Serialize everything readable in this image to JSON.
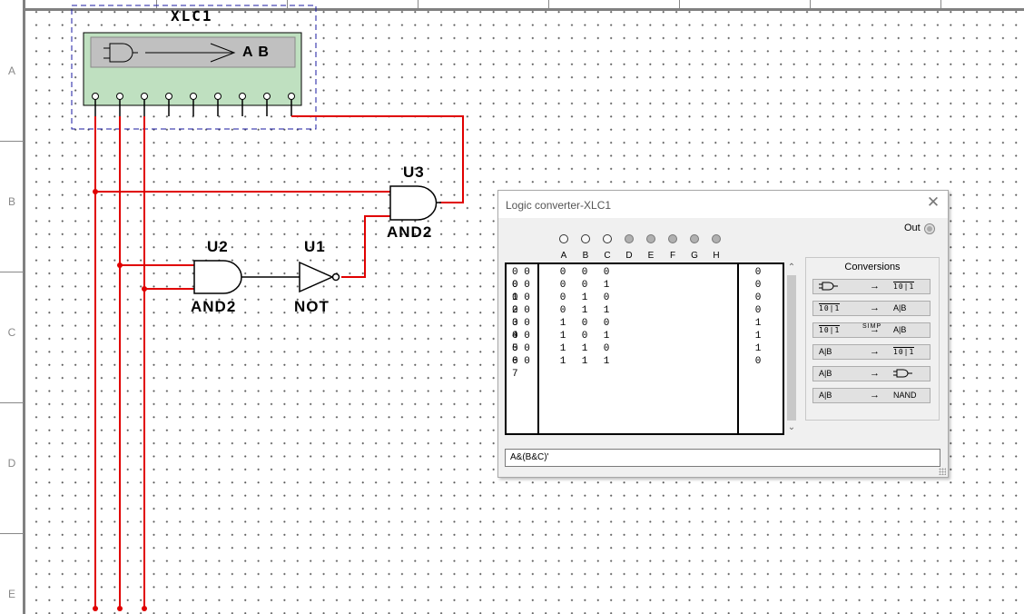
{
  "ruler": {
    "rows": [
      "A",
      "B",
      "C",
      "D",
      "E"
    ]
  },
  "schematic": {
    "xlc_label": "XLC1",
    "xlc_panel_text": "A B",
    "u3": {
      "name": "U3",
      "type": "AND2"
    },
    "u2": {
      "name": "U2",
      "type": "AND2"
    },
    "u1": {
      "name": "U1",
      "type": "NOT"
    },
    "wire_color": "#e00000",
    "gate_color": "#000000",
    "instrument_body_color": "#bfe0c0"
  },
  "dialog": {
    "title": "Logic converter-XLC1",
    "out_label": "Out",
    "inputs": [
      {
        "label": "A",
        "active": true
      },
      {
        "label": "B",
        "active": true
      },
      {
        "label": "C",
        "active": true
      },
      {
        "label": "D",
        "active": false
      },
      {
        "label": "E",
        "active": false
      },
      {
        "label": "F",
        "active": false
      },
      {
        "label": "G",
        "active": false
      },
      {
        "label": "H",
        "active": false
      }
    ],
    "truth_table": [
      {
        "idx": "000",
        "a": "0",
        "b": "0",
        "c": "0",
        "out": "0"
      },
      {
        "idx": "001",
        "a": "0",
        "b": "0",
        "c": "1",
        "out": "0"
      },
      {
        "idx": "002",
        "a": "0",
        "b": "1",
        "c": "0",
        "out": "0"
      },
      {
        "idx": "003",
        "a": "0",
        "b": "1",
        "c": "1",
        "out": "0"
      },
      {
        "idx": "004",
        "a": "1",
        "b": "0",
        "c": "0",
        "out": "1"
      },
      {
        "idx": "005",
        "a": "1",
        "b": "0",
        "c": "1",
        "out": "1"
      },
      {
        "idx": "006",
        "a": "1",
        "b": "1",
        "c": "0",
        "out": "1"
      },
      {
        "idx": "007",
        "a": "1",
        "b": "1",
        "c": "1",
        "out": "0"
      }
    ],
    "conversions": {
      "header": "Conversions",
      "buttons": [
        {
          "left": "gate-symbol",
          "right": "10|1"
        },
        {
          "left": "10|1",
          "right": "A|B"
        },
        {
          "left": "10|1",
          "simp": "SIMP",
          "right": "A|B"
        },
        {
          "left": "A|B",
          "right": "10|1"
        },
        {
          "left": "A|B",
          "right": "gate-symbol"
        },
        {
          "left": "A|B",
          "right": "NAND"
        }
      ]
    },
    "expression": "A&(B&C)'"
  }
}
